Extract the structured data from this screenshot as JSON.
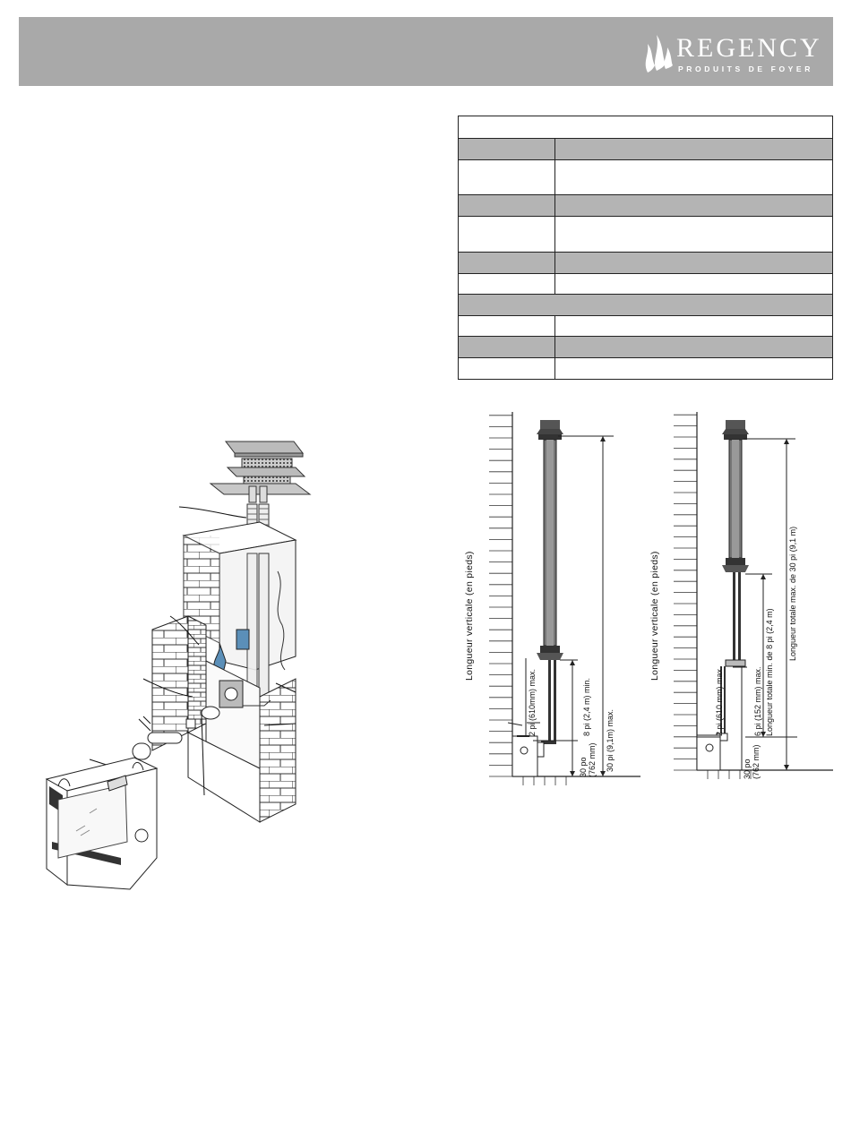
{
  "logo": {
    "word": "REGENCY",
    "tagline": "PRODUITS DE FOYER"
  },
  "diagram1": {
    "axis_label": "Longueur verticale (en pieds)",
    "dim_total": "30 pi (9,1m) max.",
    "dim_min": "8 pi (2,4 m) min.",
    "dim_horizontal": "2 pi (610mm) max.",
    "dim_base": "30 po\n(762 mm)"
  },
  "diagram2": {
    "axis_label": "Longueur verticale (en pieds)",
    "dim_total": "Longueur totale  max. de 30 pi (9,1 m)",
    "dim_min": "Longueur totale min. de 8 pi (2,4 m)",
    "dim_horizontal": "2 pi (610 mm) max.",
    "dim_offset": "6 pi (152 mm) max.",
    "dim_base": "30 po\n(762 mm)"
  },
  "colors": {
    "header": "#a9a9a9",
    "table_shade": "#b4b4b4",
    "duct_blue": "#5b8fb8"
  }
}
